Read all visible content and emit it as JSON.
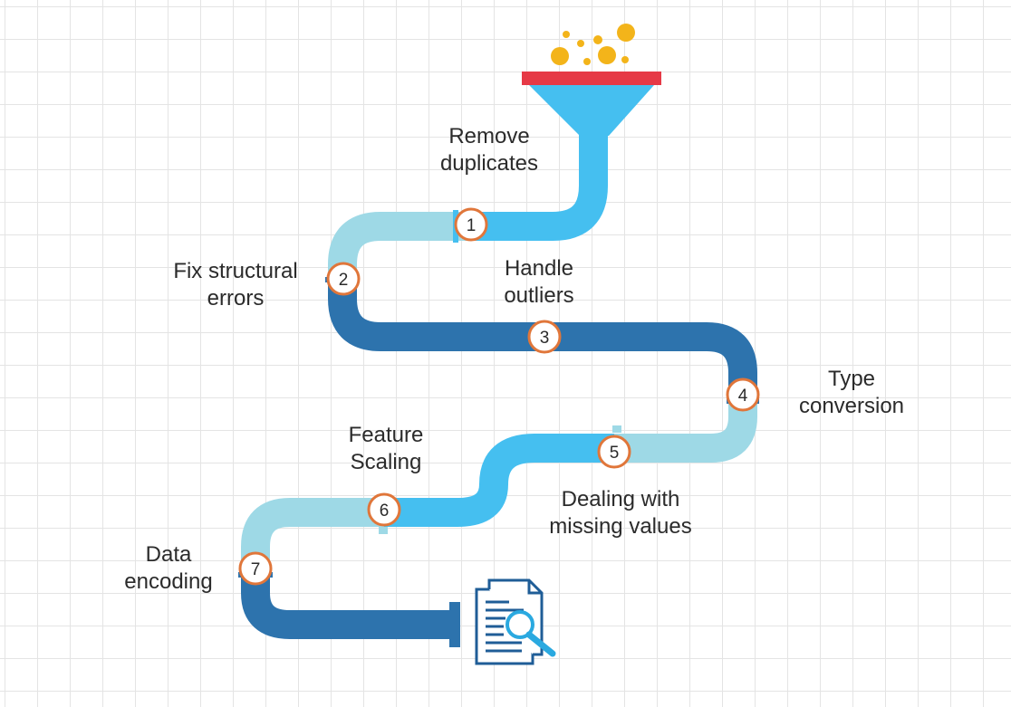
{
  "steps": [
    {
      "number": "1",
      "label_line1": "Remove",
      "label_line2": "duplicates"
    },
    {
      "number": "2",
      "label_line1": "Fix structural",
      "label_line2": "errors"
    },
    {
      "number": "3",
      "label_line1": "Handle",
      "label_line2": "outliers"
    },
    {
      "number": "4",
      "label_line1": "Type",
      "label_line2": "conversion"
    },
    {
      "number": "5",
      "label_line1": "Dealing with",
      "label_line2": "missing values"
    },
    {
      "number": "6",
      "label_line1": "Feature",
      "label_line2": "Scaling"
    },
    {
      "number": "7",
      "label_line1": "Data",
      "label_line2": "encoding"
    }
  ],
  "icons": [
    "funnel-icon",
    "document-search-icon"
  ],
  "colors": {
    "pipe_light": "#9ed9e6",
    "pipe_mid": "#45bff0",
    "pipe_dark": "#2d73ad",
    "marker_ring": "#e0763a",
    "funnel_rim": "#e63946",
    "dots": "#f3b41a",
    "document": "#1f5d97",
    "magnifier": "#2aa9e0"
  }
}
